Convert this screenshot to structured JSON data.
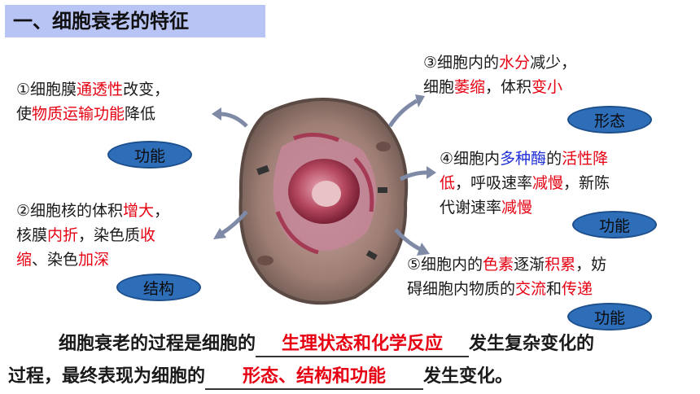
{
  "title": "一、细胞衰老的特征",
  "item1": {
    "l1a": "①细胞膜",
    "l1b": "通透性",
    "l1c": "改变，",
    "l2a": "使",
    "l2b": "物质运输功能",
    "l2c": "降低"
  },
  "item2": {
    "l1a": "②细胞核的体积",
    "l1b": "增大",
    "l1c": "，",
    "l2a": "核膜",
    "l2b": "内折",
    "l2c": "，染色质",
    "l2d": "收",
    "l3a": "缩",
    "l3b": "、染色",
    "l3c": "加深"
  },
  "item3": {
    "l1a": "③细胞内的",
    "l1b": "水分",
    "l1c": "减少，",
    "l2a": "细胞",
    "l2b": "萎缩",
    "l2c": "，体积",
    "l2d": "变小"
  },
  "item4": {
    "l1a": "④细胞内",
    "l1b": "多种酶",
    "l1c": "的",
    "l1d": "活性降",
    "l2a": "低",
    "l2b": "，呼吸速率",
    "l2c": "减慢",
    "l2d": "，新陈",
    "l3a": "代谢速率",
    "l3b": "减慢"
  },
  "item5": {
    "l1a": "⑤细胞内的",
    "l1b": "色素",
    "l1c": "逐渐",
    "l1d": "积累",
    "l1e": "，妨",
    "l2a": "碍细胞内物质的",
    "l2b": "交流",
    "l2c": "和",
    "l2d": "传递"
  },
  "badges": {
    "b1": "功能",
    "b2": "结构",
    "b3": "形态",
    "b4": "功能",
    "b5": "功能"
  },
  "summary": {
    "s1a": "细胞衰老的过程是细胞的",
    "s1b": "生理状态和化学反应",
    "s1c": "发生复杂变化的",
    "s2a": "过程，最终表现为细胞的",
    "s2b": "形态、结构和功能",
    "s2c": "发生变化。"
  },
  "colors": {
    "title_bg": "#b8c4f4",
    "keyword_red": "#e60012",
    "keyword_blue": "#1e2fd6",
    "badge_fill": "#2e6db7"
  }
}
